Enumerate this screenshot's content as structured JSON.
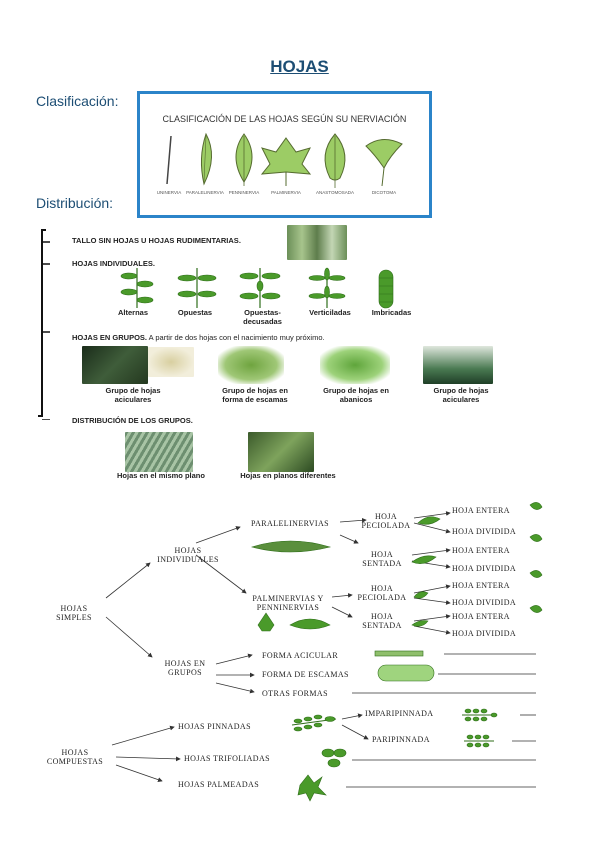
{
  "title": "HOJAS",
  "headings": {
    "clasificacion": "Clasificación:",
    "distribucion": "Distribución:"
  },
  "clasificacion_box": {
    "title": "CLASIFICACIÓN DE LAS HOJAS SEGÚN SU NERVIACIÓN",
    "types": [
      "UNINERVIA",
      "PARALELINERVIA",
      "PENNINERVIA",
      "PALMINERVIA",
      "ANASTOMOSADA",
      "DICOTOMA"
    ]
  },
  "distribucion": {
    "tallo": "TALLO SIN HOJAS U HOJAS RUDIMENTARIAS.",
    "individuales": "HOJAS INDIVIDUALES.",
    "individual_types": [
      "Alternas",
      "Opuestas",
      "Opuestas-decusadas",
      "Verticiladas",
      "Imbricadas"
    ],
    "grupos_title": "HOJAS EN GRUPOS.",
    "grupos_note": " A partir de dos hojas con el nacimiento muy próximo.",
    "grupos_types": [
      "Grupo de hojas aciculares",
      "Grupo de hojas en forma de escamas",
      "Grupo de hojas en abanicos",
      "Grupo de hojas aciculares"
    ],
    "distribucion_grupos": "DISTRIBUCIÓN DE LOS GRUPOS.",
    "plano_types": [
      "Hojas en el mismo plano",
      "Hojas en planos diferentes"
    ]
  },
  "tree": {
    "simples": "HOJAS SIMPLES",
    "individuales": "HOJAS INDIVIDUALES",
    "paralelinervias": "PARALELINERVIAS",
    "palminervias": "PALMINERVIAS Y PENNINERVIAS",
    "peciolada": "HOJA PECIOLADA",
    "sentada": "HOJA SENTADA",
    "entera": "HOJA ENTERA",
    "dividida": "HOJA DIVIDIDA",
    "grupos": "HOJAS EN GRUPOS",
    "acicular": "FORMA ACICULAR",
    "escamas": "FORMA DE ESCAMAS",
    "otras": "OTRAS FORMAS",
    "compuestas": "HOJAS COMPUESTAS",
    "pinnadas": "HOJAS PINNADAS",
    "imparipinnada": "IMPARIPINNADA",
    "paripinnada": "PARIPINNADA",
    "trifoliadas": "HOJAS TRIFOLIADAS",
    "palmeadas": "HOJAS PALMEADAS"
  },
  "colors": {
    "title": "#1d4e74",
    "box_border": "#2b84c9",
    "leaf": "#4a9a2a",
    "leaf_dark": "#2f6e1a"
  }
}
